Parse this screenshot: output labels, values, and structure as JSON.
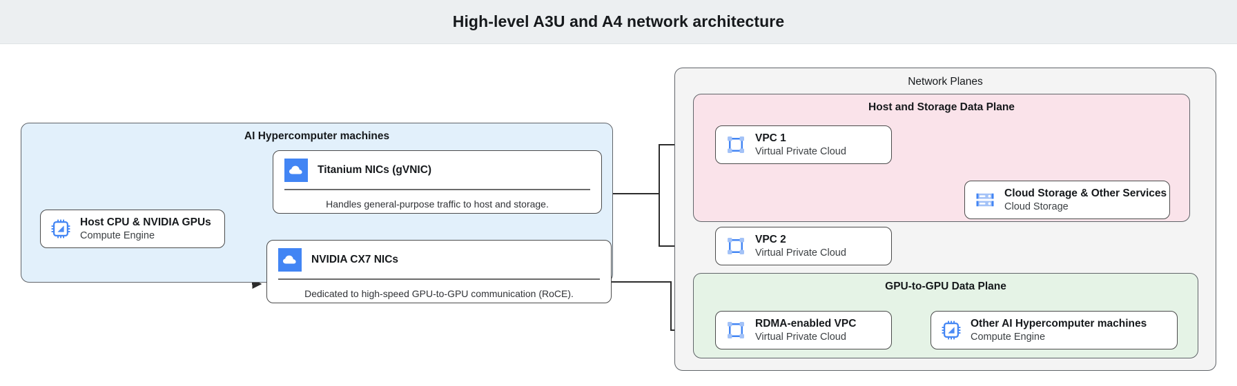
{
  "header": {
    "title": "High-level A3U and A4 network architecture"
  },
  "groups": {
    "hypercomputer": {
      "label": "AI Hypercomputer machines"
    },
    "network_planes": {
      "label": "Network Planes"
    },
    "host_storage_plane": {
      "label": "Host and Storage Data Plane"
    },
    "gpu_plane": {
      "label": "GPU-to-GPU Data Plane"
    }
  },
  "cards": {
    "host_cpu": {
      "title": "Host CPU & NVIDIA GPUs",
      "subtitle": "Compute Engine",
      "icon": "compute-engine-chip-icon"
    },
    "titanium_nics": {
      "title": "Titanium NICs (gVNIC)",
      "caption": "Handles general-purpose traffic to host and storage.",
      "icon": "cloud-icon"
    },
    "cx7_nics": {
      "title": "NVIDIA CX7 NICs",
      "caption": "Dedicated to high-speed GPU-to-GPU communication (RoCE).",
      "icon": "cloud-icon"
    },
    "vpc1": {
      "title": "VPC 1",
      "subtitle": "Virtual Private Cloud",
      "icon": "vpc-icon"
    },
    "vpc2": {
      "title": "VPC 2",
      "subtitle": "Virtual Private Cloud",
      "icon": "vpc-icon"
    },
    "cloud_storage": {
      "title": "Cloud Storage & Other Services",
      "subtitle": "Cloud Storage",
      "icon": "cloud-storage-icon"
    },
    "rdma_vpc": {
      "title": "RDMA-enabled VPC",
      "subtitle": "Virtual Private Cloud",
      "icon": "vpc-icon"
    },
    "other_machines": {
      "title": "Other AI Hypercomputer machines",
      "subtitle": "Compute Engine",
      "icon": "compute-engine-chip-icon"
    }
  },
  "colors": {
    "header_bg": "#eceff1",
    "group_blue": "#e2f0fb",
    "group_gray": "#f4f4f4",
    "group_pink": "#fae3ea",
    "group_green": "#e5f3e6",
    "stroke": "#5f6368",
    "icon_blue": "#4285f4",
    "icon_blue_light": "#a3c2f7"
  }
}
